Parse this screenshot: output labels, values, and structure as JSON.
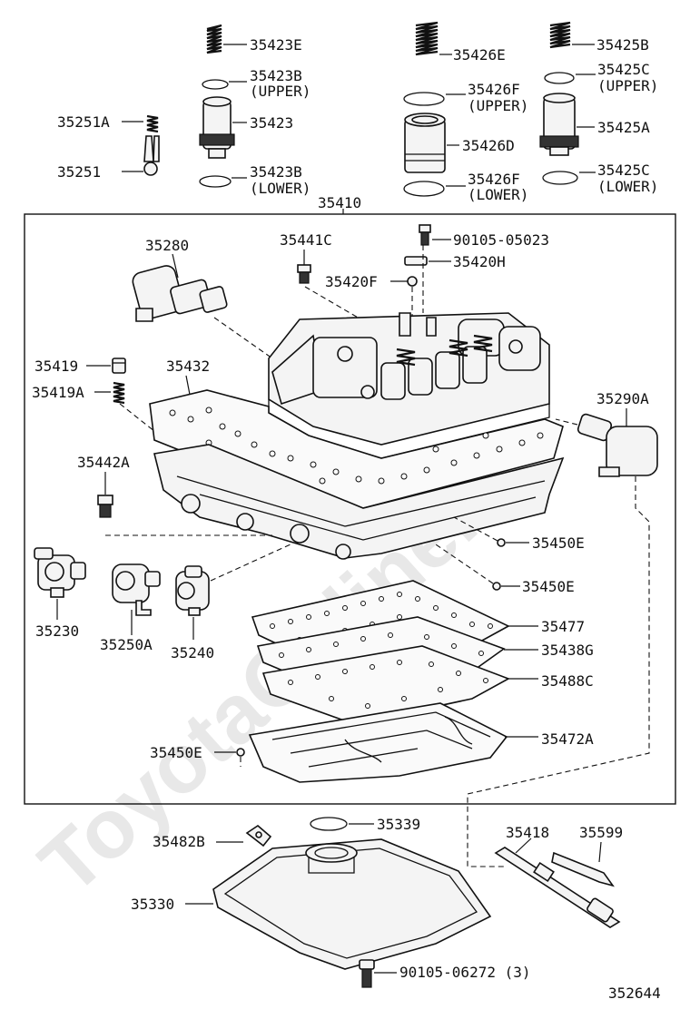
{
  "watermark": "ToyotaOnline.ru",
  "diagram_id": "352644",
  "group_part": "35410",
  "callouts": {
    "p35423E": "35423E",
    "p35423B_upper": "35423B",
    "p35423B_upper_note": "(UPPER)",
    "p35423": "35423",
    "p35423B_lower": "35423B",
    "p35423B_lower_note": "(LOWER)",
    "p35251A": "35251A",
    "p35251": "35251",
    "p35426E": "35426E",
    "p35426F_upper": "35426F",
    "p35426F_upper_note": "(UPPER)",
    "p35426D": "35426D",
    "p35426F_lower": "35426F",
    "p35426F_lower_note": "(LOWER)",
    "p35425B": "35425B",
    "p35425C_upper": "35425C",
    "p35425C_upper_note": "(UPPER)",
    "p35425A": "35425A",
    "p35425C_lower": "35425C",
    "p35425C_lower_note": "(LOWER)",
    "p35280": "35280",
    "p35441C": "35441C",
    "p90105_05023": "90105-05023",
    "p35420H": "35420H",
    "p35420F": "35420F",
    "p35419": "35419",
    "p35419A": "35419A",
    "p35432": "35432",
    "p35290A": "35290A",
    "p35442A": "35442A",
    "p35450E_1": "35450E",
    "p35450E_2": "35450E",
    "p35230": "35230",
    "p35250A": "35250A",
    "p35240": "35240",
    "p35477": "35477",
    "p35438G": "35438G",
    "p35488C": "35488C",
    "p35450E_3": "35450E",
    "p35472A": "35472A",
    "p35482B": "35482B",
    "p35339": "35339",
    "p35418": "35418",
    "p35599": "35599",
    "p35330": "35330",
    "p90105_06272": "90105-06272 (3)"
  }
}
